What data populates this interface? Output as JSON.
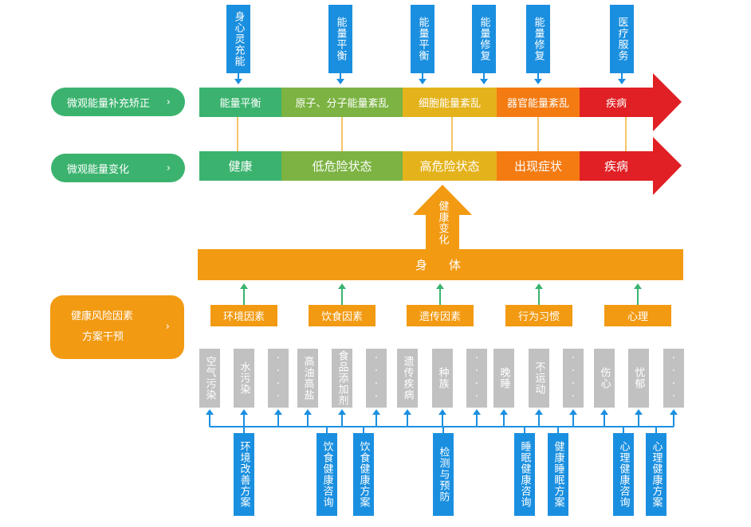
{
  "colors": {
    "green": "#3bb36f",
    "lime": "#7cb342",
    "yellow": "#e4b31c",
    "orange": "#f47b12",
    "red": "#e02024",
    "blue": "#1a8fe0",
    "amber": "#f29a12",
    "gray": "#c1c1c1"
  },
  "row1_label": "微观能量补充矫正",
  "row2_label": "微观能量变化",
  "risk_label_line1": "健康风险因素",
  "risk_label_line2": "方案干预",
  "chevron": "›",
  "top_labels": [
    "身心灵充能",
    "能量平衡",
    "能量平衡",
    "能量修复",
    "能量修复",
    "医疗服务"
  ],
  "row1_segments": [
    "能量平衡",
    "原子、分子能量紊乱",
    "细胞能量紊乱",
    "器官能量紊乱",
    "疾病"
  ],
  "row2_segments": [
    "健康",
    "低危险状态",
    "高危险状态",
    "出现症状",
    "疾病"
  ],
  "up_arrow_label": "健康变化",
  "body_label": "身　体",
  "factors": [
    {
      "label": "环境因素",
      "items": [
        "空气污染",
        "水污染",
        "····"
      ]
    },
    {
      "label": "饮食因素",
      "items": [
        "高油高盐",
        "食品添加剂",
        "····"
      ]
    },
    {
      "label": "遗传因素",
      "items": [
        "遗传疾病",
        "种族",
        "····"
      ]
    },
    {
      "label": "行为习惯",
      "items": [
        "晚睡",
        "不运动",
        "····"
      ]
    },
    {
      "label": "心理",
      "items": [
        "伤心",
        "忧郁",
        "····"
      ]
    }
  ],
  "bottom_labels": [
    "环境改善方案",
    "饮食健康咨询",
    "饮食健康方案",
    "检测与预防",
    "睡眠健康咨询",
    "健康睡眠方案",
    "心理健康咨询",
    "心理健康方案"
  ]
}
